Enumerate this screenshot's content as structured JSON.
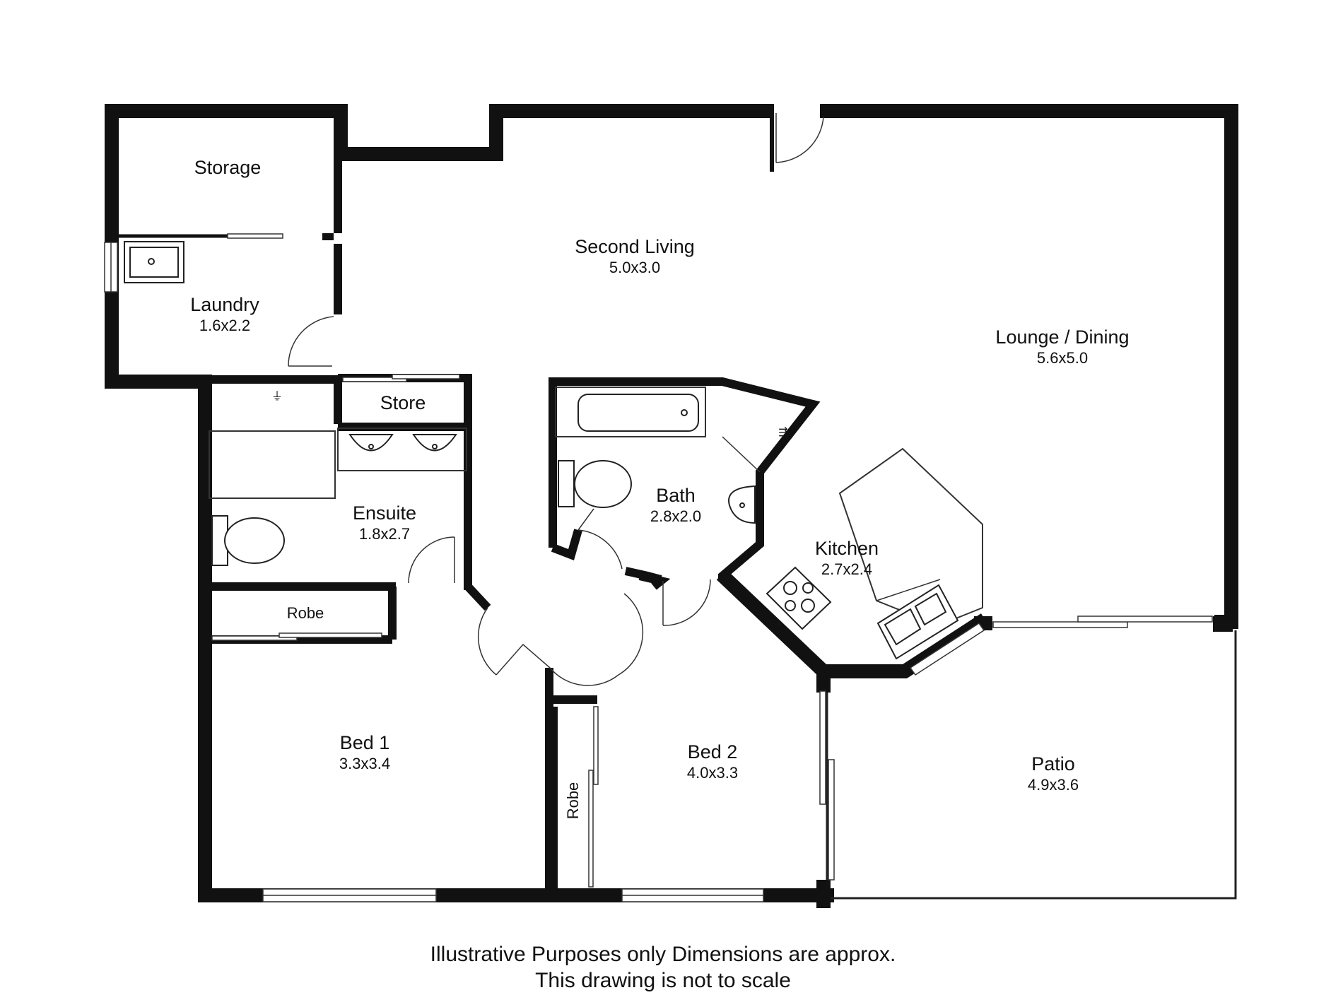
{
  "rooms": {
    "storage": {
      "name": "Storage"
    },
    "laundry": {
      "name": "Laundry",
      "dim": "1.6x2.2"
    },
    "second_living": {
      "name": "Second Living",
      "dim": "5.0x3.0"
    },
    "lounge_dining": {
      "name": "Lounge / Dining",
      "dim": "5.6x5.0"
    },
    "store": {
      "name": "Store"
    },
    "ensuite": {
      "name": "Ensuite",
      "dim": "1.8x2.7"
    },
    "bath": {
      "name": "Bath",
      "dim": "2.8x2.0"
    },
    "kitchen": {
      "name": "Kitchen",
      "dim": "2.7x2.4"
    },
    "robe1": {
      "name": "Robe"
    },
    "robe2": {
      "name": "Robe"
    },
    "bed1": {
      "name": "Bed 1",
      "dim": "3.3x3.4"
    },
    "bed2": {
      "name": "Bed 2",
      "dim": "4.0x3.3"
    },
    "patio": {
      "name": "Patio",
      "dim": "4.9x3.6"
    }
  },
  "footer": {
    "line1": "Illustrative Purposes only Dimensions are approx.",
    "line2": "This drawing is not to scale"
  }
}
